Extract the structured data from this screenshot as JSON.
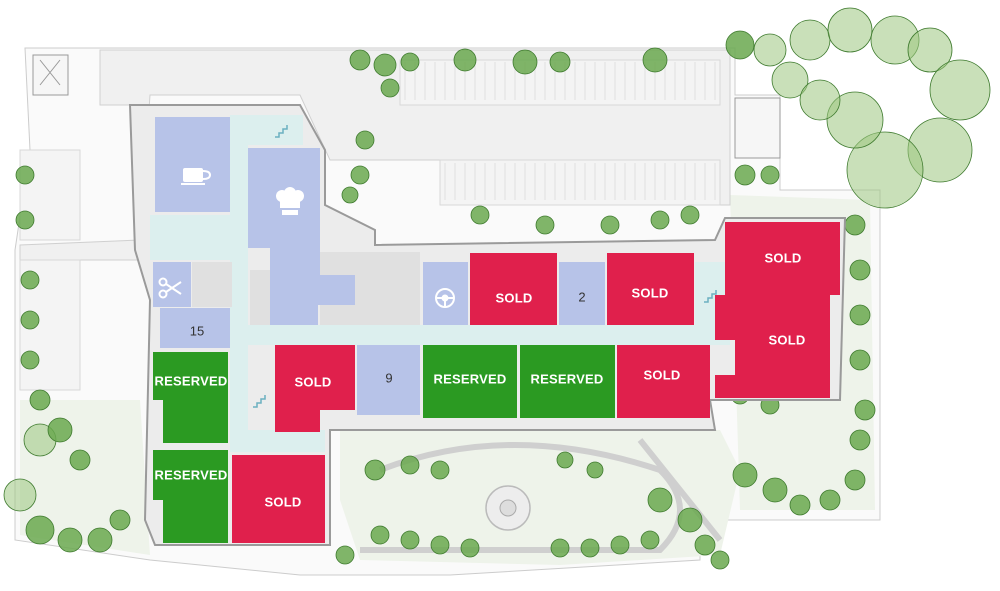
{
  "colors": {
    "sold": "#e0204c",
    "reserved": "#2b9a22",
    "available": "#b7c3e8",
    "amenity": "#b7c3e8",
    "corridor": "#dcefee",
    "building_outline": "#9a9a9a",
    "lawn": "#eef3ea",
    "paving": "#f2f2f2",
    "tree": "#9cc77f",
    "tree_dark": "#6aa84f"
  },
  "legend_words": {
    "sold": "SOLD",
    "reserved": "RESERVED"
  },
  "units": [
    {
      "id": "unit-a",
      "status": "sold",
      "label": "SOLD"
    },
    {
      "id": "unit-b",
      "status": "available",
      "label": "2"
    },
    {
      "id": "unit-c",
      "status": "sold",
      "label": "SOLD"
    },
    {
      "id": "unit-d",
      "status": "sold",
      "label": "SOLD"
    },
    {
      "id": "unit-e",
      "status": "sold",
      "label": "SOLD"
    },
    {
      "id": "unit-f",
      "status": "reserved",
      "label": "RESERVED"
    },
    {
      "id": "unit-g",
      "status": "sold",
      "label": "SOLD"
    },
    {
      "id": "unit-h",
      "status": "available",
      "label": "9"
    },
    {
      "id": "unit-i",
      "status": "reserved",
      "label": "RESERVED"
    },
    {
      "id": "unit-j",
      "status": "reserved",
      "label": "RESERVED"
    },
    {
      "id": "unit-k",
      "status": "sold",
      "label": "SOLD"
    },
    {
      "id": "unit-l",
      "status": "reserved",
      "label": "RESERVED"
    },
    {
      "id": "unit-m",
      "status": "sold",
      "label": "SOLD"
    },
    {
      "id": "unit-n",
      "status": "available",
      "label": "15"
    }
  ],
  "amenities": {
    "cafe": "coffee-cup-icon",
    "restaurant": "chef-hat-icon",
    "salon": "scissors-icon",
    "car_service": "steering-wheel-icon",
    "stairs": "stairs-icon"
  }
}
